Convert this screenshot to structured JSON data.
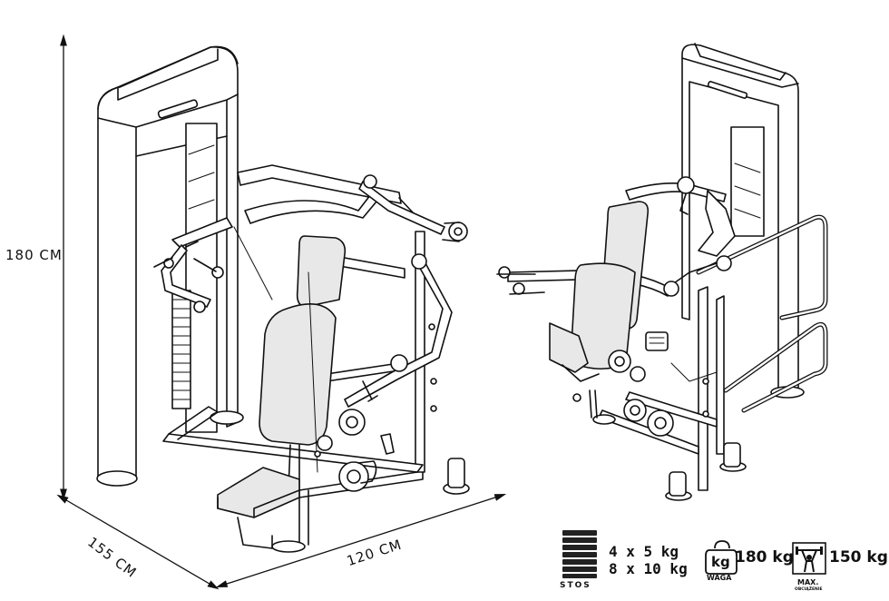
{
  "dimensions": {
    "height": "180 CM",
    "depth": "155 CM",
    "width": "120 CM"
  },
  "specs": {
    "stack_line_1": "4 x 5 kg",
    "stack_line_2": "8 x 10 kg",
    "stack_label": "STOS",
    "unit_badge": "kg",
    "machine_weight": "180 kg",
    "machine_weight_label": "WAGA",
    "max_load": "150 kg",
    "max_load_label": "MAX.",
    "max_load_sublabel": "OBCIĄŻENIE"
  },
  "icons": [
    "weight-stack-icon",
    "kettlebell-icon",
    "weightlifter-icon"
  ],
  "colors": {
    "line": "#111111",
    "fill": "#ffffff",
    "pad": "#e8e8e8"
  }
}
